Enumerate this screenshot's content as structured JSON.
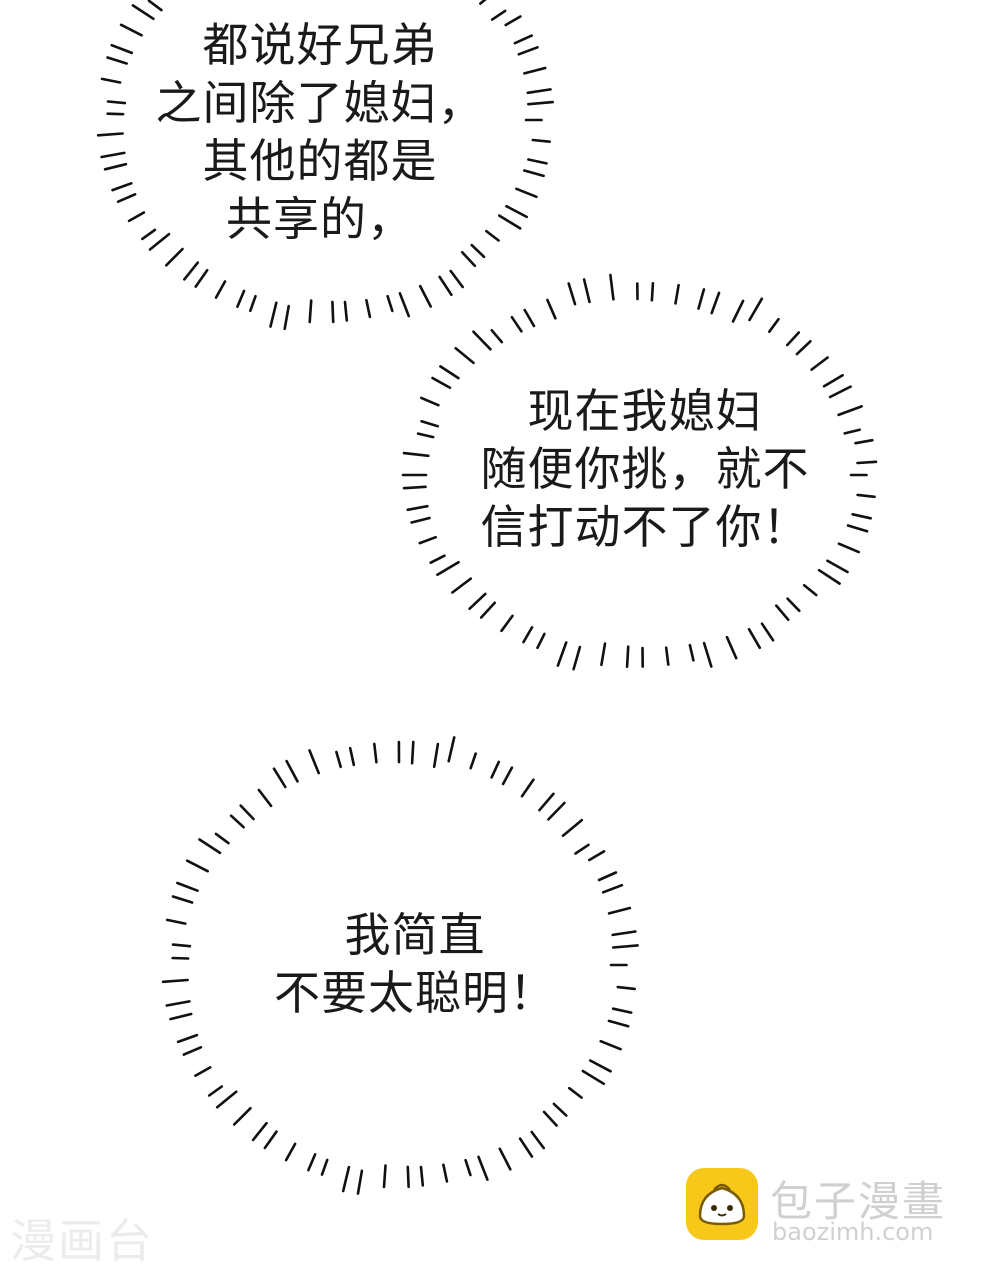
{
  "panel": {
    "background": "#ffffff",
    "text_color": "#1a1a1a",
    "burst_color": "#111111"
  },
  "bubbles": [
    {
      "lines": [
        "都说好兄弟",
        "之间除了媳妇，",
        "其他的都是",
        "共享的，"
      ]
    },
    {
      "lines": [
        "现在我媳妇",
        "随便你挑，就不",
        "信打动不了你！"
      ]
    },
    {
      "lines": [
        "我简直",
        "不要太聪明！"
      ]
    }
  ],
  "watermarks": {
    "left_text": "漫画台",
    "logo_icon": "bun-face-icon",
    "logo_color": "#f7c81a",
    "site_name": "包子漫畫",
    "site_url": "baozimh.com"
  }
}
